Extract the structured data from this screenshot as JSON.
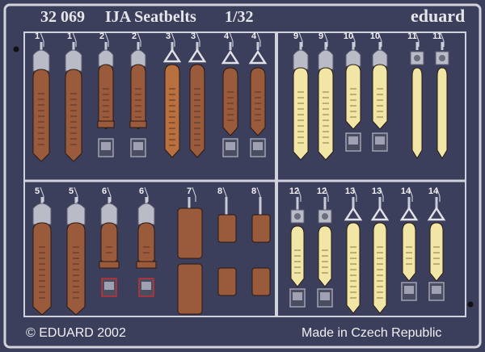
{
  "header": {
    "code": "32 069",
    "title": "IJA Seatbelts",
    "scale": "1/32",
    "brand": "eduard"
  },
  "footer": {
    "copyright": "© EDUARD 2002",
    "origin": "Made in Czech Republic"
  },
  "colors": {
    "background": "#3c3f5c",
    "fret_metal": "#2b2d44",
    "frame_light": "#c9cad6",
    "belt_brown": "#9a5a3c",
    "belt_cream": "#f1e6a6",
    "buckle_grey": "#b9bbc7",
    "highlight_red": "#c63030"
  },
  "groups": [
    {
      "name": "top-left",
      "parts": [
        "1",
        "1",
        "2",
        "2",
        "3",
        "3",
        "4",
        "4"
      ]
    },
    {
      "name": "top-right",
      "parts": [
        "9",
        "9",
        "10",
        "10",
        "11",
        "11"
      ]
    },
    {
      "name": "bottom-left",
      "parts": [
        "5",
        "5",
        "6",
        "6",
        "7",
        "8",
        "8"
      ]
    },
    {
      "name": "bottom-right",
      "parts": [
        "12",
        "12",
        "13",
        "13",
        "14",
        "14"
      ]
    }
  ]
}
